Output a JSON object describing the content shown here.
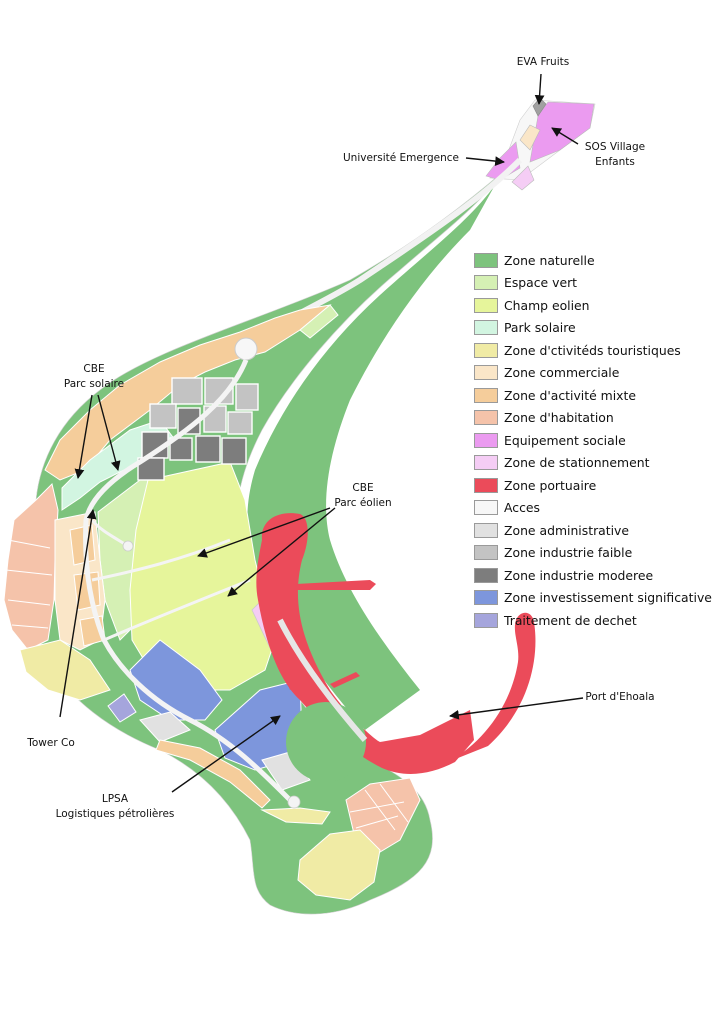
{
  "legend": {
    "items": [
      {
        "label": "Zone naturelle",
        "color": "#7dc37d"
      },
      {
        "label": "Espace vert",
        "color": "#d5f0b4"
      },
      {
        "label": "Champ eolien",
        "color": "#e6f59b"
      },
      {
        "label": "Park solaire",
        "color": "#d2f5e1"
      },
      {
        "label": "Zone d'ctivitéds touristiques",
        "color": "#f0eba5"
      },
      {
        "label": "Zone commerciale",
        "color": "#fae6c8"
      },
      {
        "label": "Zone d'activité mixte",
        "color": "#f5cd9b"
      },
      {
        "label": "Zone d'habitation",
        "color": "#f5c3aa"
      },
      {
        "label": "Equipement sociale",
        "color": "#eb9bf0"
      },
      {
        "label": "Zone de stationnement",
        "color": "#f5cdf5"
      },
      {
        "label": "Zone portuaire",
        "color": "#eb4b5a"
      },
      {
        "label": "Acces",
        "color": "#f7f7f7"
      },
      {
        "label": "Zone administrative",
        "color": "#e1e1e1"
      },
      {
        "label": "Zone industrie faible",
        "color": "#c3c3c3"
      },
      {
        "label": "Zone industrie moderee",
        "color": "#7d7d7d"
      },
      {
        "label": "Zone investissement significative",
        "color": "#7d96dc"
      },
      {
        "label": "Traitement de dechet",
        "color": "#a5a5dc"
      }
    ]
  },
  "annotations": {
    "eva_fruits": "EVA Fruits",
    "sos_village_line1": "SOS Village",
    "sos_village_line2": "Enfants",
    "universite": "Université Emergence",
    "cbe_solaire_line1": "CBE",
    "cbe_solaire_line2": "Parc solaire",
    "cbe_eolien_line1": "CBE",
    "cbe_eolien_line2": "Parc éolien",
    "port": "Port d'Ehoala",
    "tower_co": "Tower Co",
    "lpsa_line1": "LPSA",
    "lpsa_line2": "Logistiques pétrolières"
  }
}
